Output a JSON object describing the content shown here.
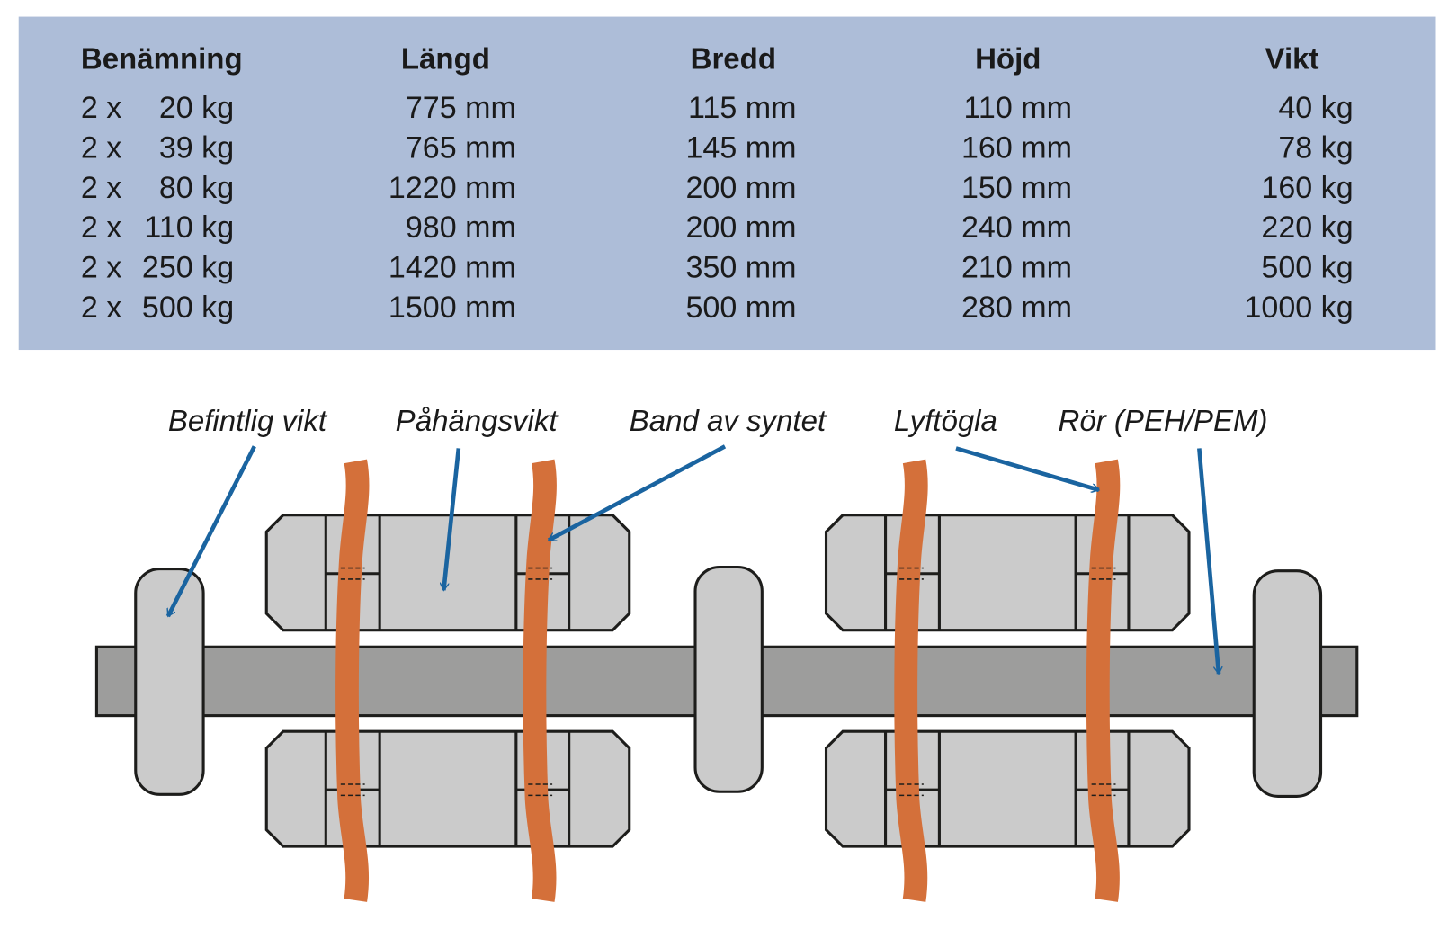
{
  "table": {
    "headers": [
      "Benämning",
      "Längd",
      "Bredd",
      "Höjd",
      "Vikt"
    ],
    "rows": [
      {
        "qty": "2 x",
        "unit_weight": "20 kg",
        "length": "775 mm",
        "width": "115 mm",
        "height": "110 mm",
        "weight": "40 kg"
      },
      {
        "qty": "2 x",
        "unit_weight": "39 kg",
        "length": "765 mm",
        "width": "145 mm",
        "height": "160 mm",
        "weight": "78 kg"
      },
      {
        "qty": "2 x",
        "unit_weight": "80 kg",
        "length": "1220 mm",
        "width": "200 mm",
        "height": "150 mm",
        "weight": "160 kg"
      },
      {
        "qty": "2 x",
        "unit_weight": "110 kg",
        "length": "980 mm",
        "width": "200 mm",
        "height": "240 mm",
        "weight": "220 kg"
      },
      {
        "qty": "2 x",
        "unit_weight": "250 kg",
        "length": "1420 mm",
        "width": "350 mm",
        "height": "210 mm",
        "weight": "500 kg"
      },
      {
        "qty": "2 x",
        "unit_weight": "500 kg",
        "length": "1500 mm",
        "width": "500 mm",
        "height": "280 mm",
        "weight": "1000 kg"
      }
    ]
  },
  "diagram": {
    "labels": [
      "Befintlig vikt",
      "Påhängsvikt",
      "Band av syntet",
      "Lyftögla",
      "Rör (PEH/PEM)"
    ]
  },
  "colors": {
    "panel": "#adbdd8",
    "pipe": "#9d9d9c",
    "weight": "#cbcbcb",
    "strap": "#d4703a",
    "arrow": "#1a64a0"
  }
}
